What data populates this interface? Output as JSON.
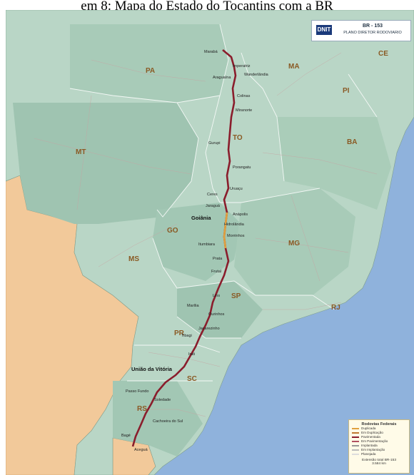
{
  "caption": "em 8: Mapa do Estado do Tocantins com a BR",
  "badge": {
    "logo": "DNIT",
    "title": "BR - 153",
    "subtitle": "PLANO DIRETOR RODOVIÁRIO"
  },
  "states": [
    {
      "id": "pa",
      "label": "PA"
    },
    {
      "id": "ma",
      "label": "MA"
    },
    {
      "id": "ce",
      "label": "CE"
    },
    {
      "id": "pi",
      "label": "PI"
    },
    {
      "id": "ba",
      "label": "BA"
    },
    {
      "id": "mt",
      "label": "MT"
    },
    {
      "id": "to",
      "label": "TO"
    },
    {
      "id": "go",
      "label": "GO"
    },
    {
      "id": "ms",
      "label": "MS"
    },
    {
      "id": "mg",
      "label": "MG"
    },
    {
      "id": "sp",
      "label": "SP"
    },
    {
      "id": "rj",
      "label": "RJ"
    },
    {
      "id": "pr",
      "label": "PR"
    },
    {
      "id": "sc",
      "label": "SC"
    },
    {
      "id": "rs",
      "label": "RS"
    }
  ],
  "cities": [
    {
      "id": "maraba",
      "label": "Marabá"
    },
    {
      "id": "imperatriz",
      "label": "Imperatriz"
    },
    {
      "id": "araguaina",
      "label": "Araguaína"
    },
    {
      "id": "wanderlandia",
      "label": "Wanderlândia"
    },
    {
      "id": "colinas",
      "label": "Colinas"
    },
    {
      "id": "miranorte",
      "label": "Miranorte"
    },
    {
      "id": "gurupi",
      "label": "Gurupi"
    },
    {
      "id": "porangatu",
      "label": "Porangatu"
    },
    {
      "id": "uruacu",
      "label": "Uruaçu"
    },
    {
      "id": "ceres",
      "label": "Ceres"
    },
    {
      "id": "jaragua",
      "label": "Jaraguá"
    },
    {
      "id": "goiania",
      "label": "Goiânia",
      "major": true
    },
    {
      "id": "anapolis",
      "label": "Anápolis"
    },
    {
      "id": "hidrolandia",
      "label": "Hidrolândia"
    },
    {
      "id": "morrinhos",
      "label": "Morrinhos"
    },
    {
      "id": "itumbiara",
      "label": "Itumbiara"
    },
    {
      "id": "prata",
      "label": "Prata"
    },
    {
      "id": "frutal",
      "label": "Frutal"
    },
    {
      "id": "lins",
      "label": "Lins"
    },
    {
      "id": "marilia",
      "label": "Marília"
    },
    {
      "id": "ourinhos",
      "label": "Ourinhos"
    },
    {
      "id": "tibagi",
      "label": "Tibagi"
    },
    {
      "id": "jacarezinho",
      "label": "Jacarezinho"
    },
    {
      "id": "irati",
      "label": "Irati"
    },
    {
      "id": "uniao",
      "label": "União da Vitória",
      "major": true
    },
    {
      "id": "passo_fundo",
      "label": "Passo Fundo"
    },
    {
      "id": "soledade",
      "label": "Soledade"
    },
    {
      "id": "cachoeira",
      "label": "Cachoeira do Sul"
    },
    {
      "id": "bage",
      "label": "Bagé"
    },
    {
      "id": "acegua",
      "label": "Aceguá"
    }
  ],
  "legend": {
    "title": "Rodovias Federais",
    "items": [
      {
        "label": "Duplicada",
        "color": "#e0a040"
      },
      {
        "label": "Em Duplicação",
        "color": "#c07a30"
      },
      {
        "label": "Pavimentada",
        "color": "#8a1d2c"
      },
      {
        "label": "Em Pavimentação",
        "color": "#b05060"
      },
      {
        "label": "Implantada",
        "color": "#999999"
      },
      {
        "label": "Em Implantação",
        "color": "#bbbbbb"
      },
      {
        "label": "Planejada",
        "color": "#dddddd"
      }
    ],
    "footer_line1": "Extensão total BR-153",
    "footer_line2": "3.584 km"
  },
  "colors": {
    "ocean": "#8fb2dc",
    "land_brazil": "#b9d6c6",
    "land_brazil_dark": "#9fc4b1",
    "land_neighbor": "#f2c99a",
    "route": "#8a1d2c",
    "route_duplicated": "#e0a040"
  }
}
